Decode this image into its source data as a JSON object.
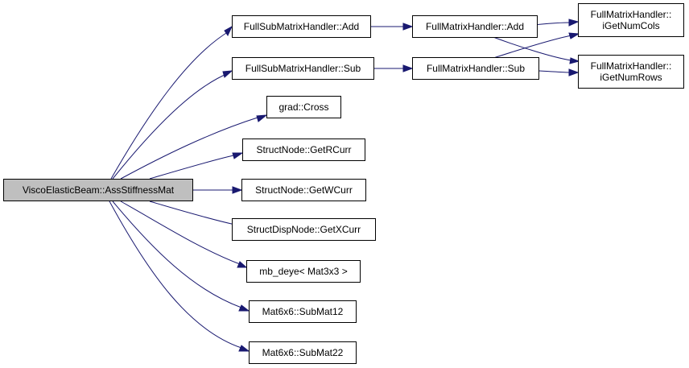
{
  "graph": {
    "edge_color": "#191970",
    "root_fill": "#bfbfbf",
    "nodes": {
      "root": "ViscoElasticBeam::AssStiffnessMat",
      "fsm_add": "FullSubMatrixHandler::Add",
      "fsm_sub": "FullSubMatrixHandler::Sub",
      "grad_cross": "grad::Cross",
      "getrcurr": "StructNode::GetRCurr",
      "getwcurr": "StructNode::GetWCurr",
      "getxcurr": "StructDispNode::GetXCurr",
      "mb_deye": "mb_deye< Mat3x3 >",
      "submat12": "Mat6x6::SubMat12",
      "submat22": "Mat6x6::SubMat22",
      "fm_add": "FullMatrixHandler::Add",
      "fm_sub": "FullMatrixHandler::Sub",
      "numcols_line1": "FullMatrixHandler::",
      "numcols_line2": "iGetNumCols",
      "numrows_line1": "FullMatrixHandler::",
      "numrows_line2": "iGetNumRows"
    }
  }
}
